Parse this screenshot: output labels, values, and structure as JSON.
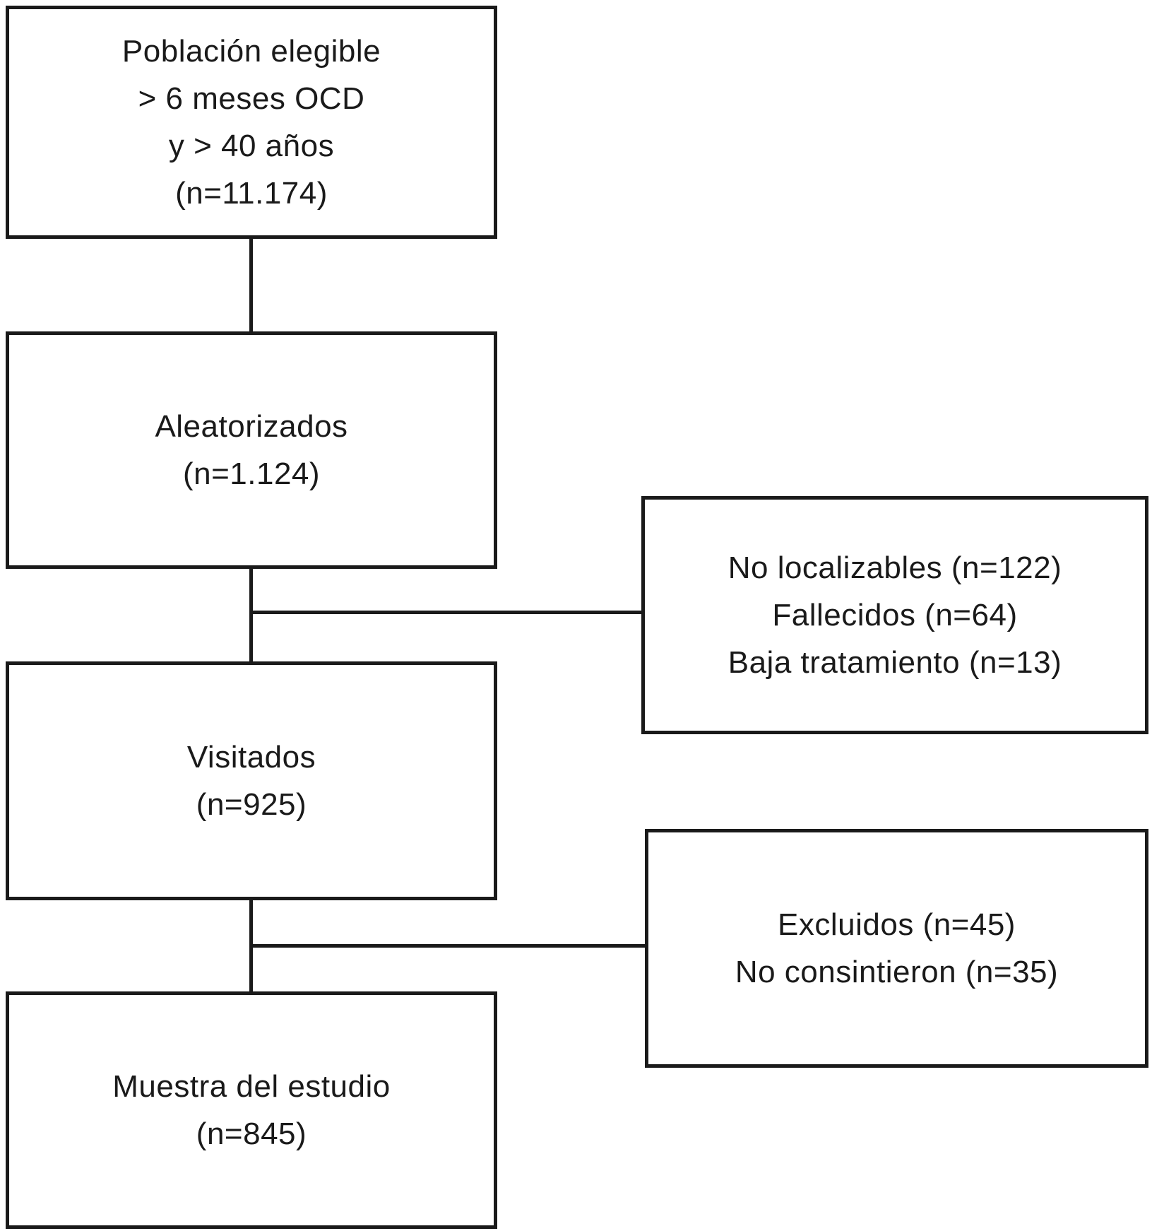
{
  "diagram": {
    "background": "#ffffff",
    "line_color": "#1a1a1a",
    "type": "study-flowchart",
    "boxes": {
      "eligible": {
        "lines": [
          "Población elegible",
          "> 6 meses OCD",
          "y > 40 años",
          "(n=11.174)"
        ]
      },
      "randomized": {
        "lines": [
          "Aleatorizados",
          "(n=1.124)"
        ]
      },
      "not_located": {
        "lines": [
          "No localizables (n=122)",
          "Fallecidos (n=64)",
          "Baja tratamiento (n=13)"
        ]
      },
      "visited": {
        "lines": [
          "Visitados",
          "(n=925)"
        ]
      },
      "excluded": {
        "lines": [
          "Excluidos (n=45)",
          "No consintieron (n=35)"
        ]
      },
      "sample": {
        "lines": [
          "Muestra del estudio",
          "(n=845)"
        ]
      }
    }
  }
}
